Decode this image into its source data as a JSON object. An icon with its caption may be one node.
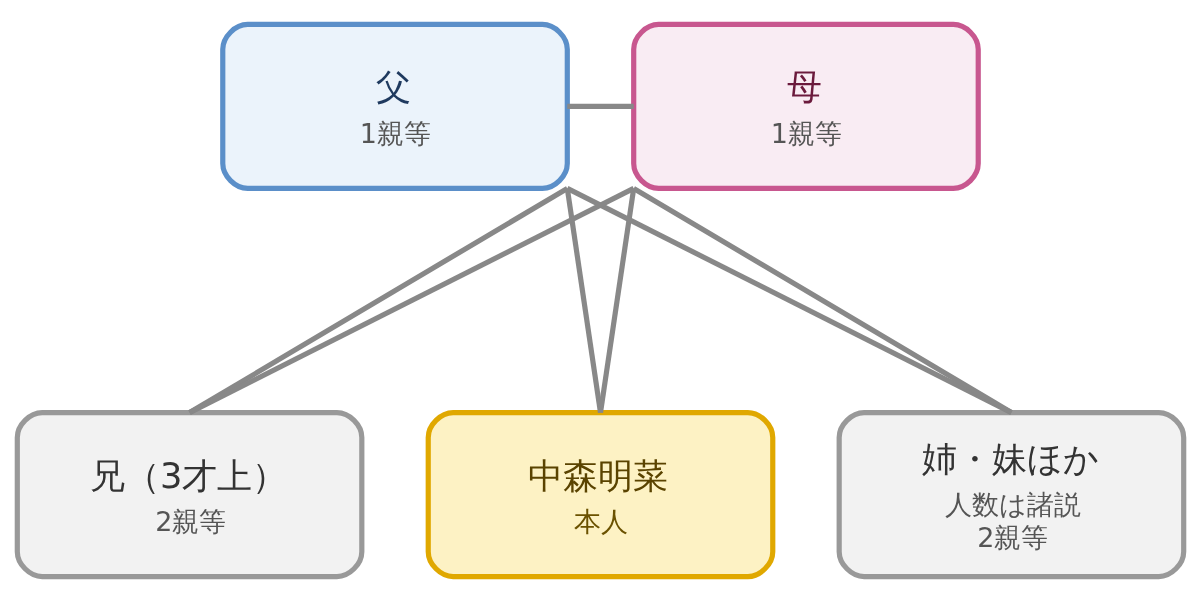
{
  "diagram": {
    "nodes": [
      {
        "text": [
          "父",
          "1親等"
        ]
      },
      {
        "text": [
          "母",
          "1親等"
        ]
      },
      {
        "text": [
          "兄（3才上）",
          "2親等"
        ]
      },
      {
        "text": [
          "中森明菜",
          "本人"
        ]
      },
      {
        "text": [
          "姉・妹ほか",
          "人数は諸説",
          "2親等"
        ]
      }
    ],
    "edges": [
      {
        "from": 0,
        "to": 1,
        "arrow": "none"
      },
      {
        "from": 0,
        "to": 2,
        "arrow": "none"
      },
      {
        "from": 0,
        "to": 3,
        "arrow": "none"
      },
      {
        "from": 0,
        "to": 4,
        "arrow": "none"
      },
      {
        "from": 1,
        "to": 2,
        "arrow": "none"
      },
      {
        "from": 1,
        "to": 3,
        "arrow": "none"
      },
      {
        "from": 1,
        "to": 4,
        "arrow": "none"
      }
    ]
  }
}
